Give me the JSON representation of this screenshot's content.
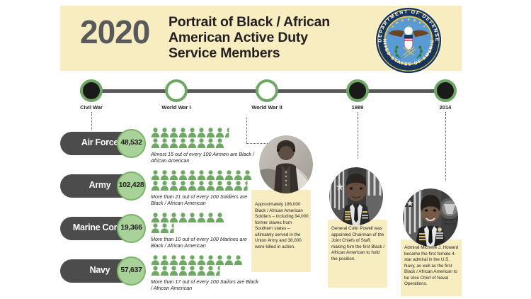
{
  "header": {
    "year": "2020",
    "title": "Portrait of Black / African American Active Duty Service Members",
    "seal": {
      "name": "dod-seal",
      "top_text": "DEPARTMENT OF DEFENSE",
      "bottom_text": "UNITED STATES OF AMERICA"
    }
  },
  "timeline": {
    "nodes": [
      {
        "label": "Civil War",
        "style": "filled"
      },
      {
        "label": "World War I",
        "style": "hollow"
      },
      {
        "label": "World War II",
        "style": "hollow"
      },
      {
        "label": "1989",
        "style": "filled"
      },
      {
        "label": "2014",
        "style": "filled"
      }
    ]
  },
  "branches": [
    {
      "name": "Air Force",
      "value": "48,532",
      "note": "Almost 15 out of every 100 Airmen are Black / African American",
      "icons_row1": 9,
      "icons_row2": 8,
      "partial_last_row1": true,
      "partial_last_row2": false
    },
    {
      "name": "Army",
      "value": "102,428",
      "note": "More than 21 out of every 100 Soldiers are Black / African American",
      "icons_row1": 11,
      "icons_row2": 11,
      "partial_last_row1": false,
      "partial_last_row2": true
    },
    {
      "name": "Marine Corps",
      "value": "19,366",
      "note": "More than 10 out of every 100 Marines are Black / African American",
      "icons_row1": 8,
      "icons_row2": 3,
      "partial_last_row1": false,
      "partial_last_row2": true
    },
    {
      "name": "Navy",
      "value": "57,637",
      "note": "More than 17 out of every 100 Sailors are Black / African American",
      "icons_row1": 10,
      "icons_row2": 8,
      "partial_last_row1": false,
      "partial_last_row2": true
    }
  ],
  "callouts": [
    {
      "id": "civil-war",
      "photo_alt": "civil-war-soldier-photo",
      "text": "Approximately 186,000 Black / African American Soldiers – including 94,000 former slaves from Southern states – ultimately served in the Union Army and 38,000 were killed in action."
    },
    {
      "id": "colin-powell",
      "photo_alt": "general-colin-powell-photo",
      "text": "General Colin Powell was appointed Chairman of the Joint Chiefs of Staff, making him the first Black / African American to hold the position."
    },
    {
      "id": "michelle-howard",
      "photo_alt": "admiral-michelle-howard-photo",
      "text": "Admiral Michelle J. Howard became the first female 4-star admiral in the U.S. Navy, as well as the first Black / African American to be Vice Chief of Naval Operations."
    }
  ],
  "colors": {
    "cream": "#f7edc0",
    "green_light": "#a9d19a",
    "green_icon": "#6fa765",
    "green_border": "#7bb46a",
    "dark_gray": "#4c4c4c",
    "year_gray": "#58595b"
  }
}
